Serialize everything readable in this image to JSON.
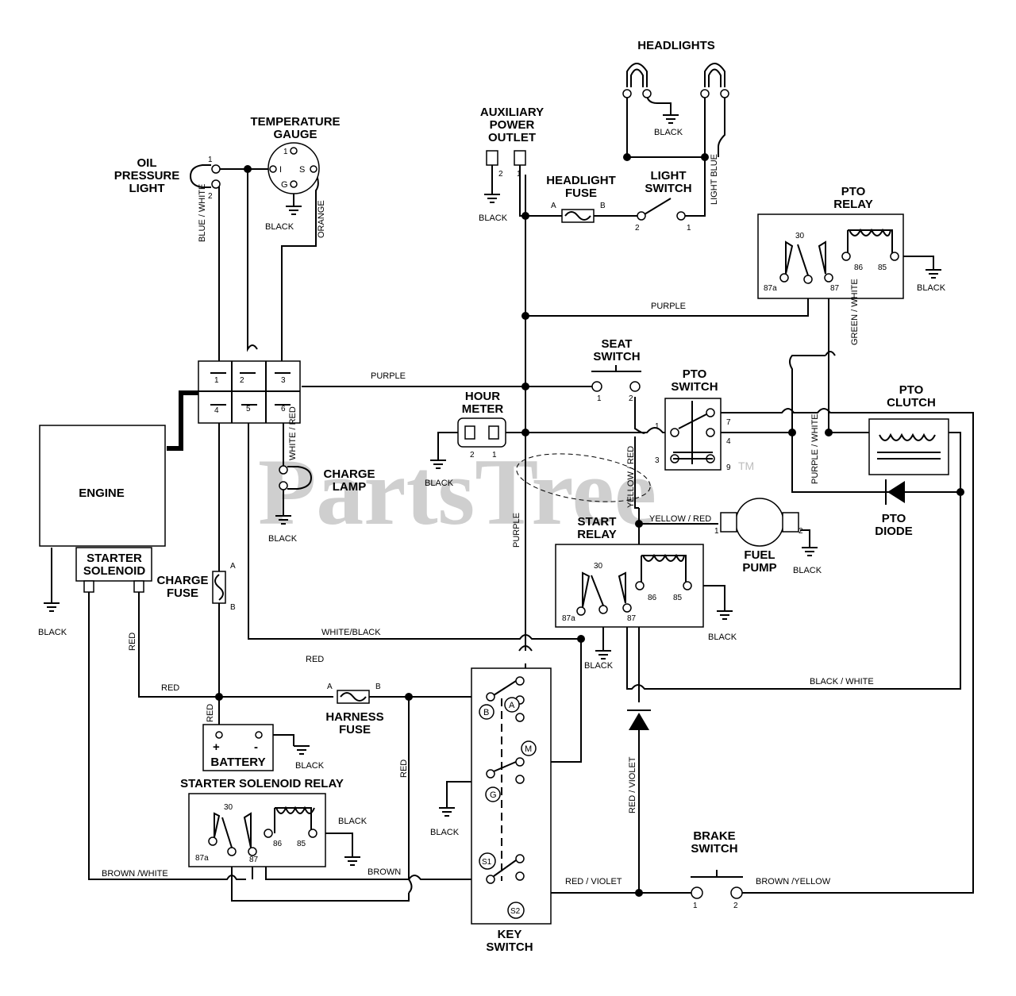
{
  "labels": {
    "headlights": "HEADLIGHTS",
    "aux_outlet": [
      "AUXILIARY",
      "POWER",
      "OUTLET"
    ],
    "temp_gauge": [
      "TEMPERATURE",
      "GAUGE"
    ],
    "oil_light": [
      "OIL",
      "PRESSURE",
      "LIGHT"
    ],
    "headlight_fuse": [
      "HEADLIGHT",
      "FUSE"
    ],
    "light_switch": [
      "LIGHT",
      "SWITCH"
    ],
    "pto_relay": [
      "PTO",
      "RELAY"
    ],
    "seat_switch": [
      "SEAT",
      "SWITCH"
    ],
    "pto_switch": [
      "PTO",
      "SWITCH"
    ],
    "hour_meter": [
      "HOUR",
      "METER"
    ],
    "pto_clutch": [
      "PTO",
      "CLUTCH"
    ],
    "engine": "ENGINE",
    "starter_solenoid": [
      "STARTER",
      "SOLENOID"
    ],
    "charge_lamp": [
      "CHARGE",
      "LAMP"
    ],
    "start_relay": [
      "START",
      "RELAY"
    ],
    "fuel_pump": [
      "FUEL",
      "PUMP"
    ],
    "pto_diode": [
      "PTO",
      "DIODE"
    ],
    "charge_fuse": [
      "CHARGE",
      "FUSE"
    ],
    "harness_fuse": [
      "HARNESS",
      "FUSE"
    ],
    "battery": "BATTERY",
    "starter_solenoid_relay": "STARTER SOLENOID RELAY",
    "key_switch": [
      "KEY",
      "SWITCH"
    ],
    "brake_switch": [
      "BRAKE",
      "SWITCH"
    ]
  },
  "wires": {
    "black": "BLACK",
    "purple": "PURPLE",
    "blue_white": "BLUE / WHITE",
    "orange": "ORANGE",
    "light_blue": "LIGHT BLUE",
    "green_white": "GREEN / WHITE",
    "white_red": "WHITE / RED",
    "yellow_red": "YELLOW / RED",
    "purple_white": "PURPLE / WHITE",
    "white_black": "WHITE/BLACK",
    "red": "RED",
    "black_white": "BLACK / WHITE",
    "red_violet": "RED / VIOLET",
    "brown_white": "BROWN /WHITE",
    "brown": "BROWN",
    "brown_yellow": "BROWN /YELLOW"
  },
  "pins": {
    "relay": [
      "30",
      "87a",
      "87",
      "86",
      "85"
    ],
    "gauge": [
      "I",
      "S",
      "G"
    ],
    "key": [
      "A",
      "B",
      "M",
      "G",
      "S1",
      "S2"
    ],
    "fuse": [
      "A",
      "B"
    ],
    "battery": [
      "+",
      "-"
    ]
  },
  "watermark": "PartsTree",
  "watermark_tm": "TM"
}
